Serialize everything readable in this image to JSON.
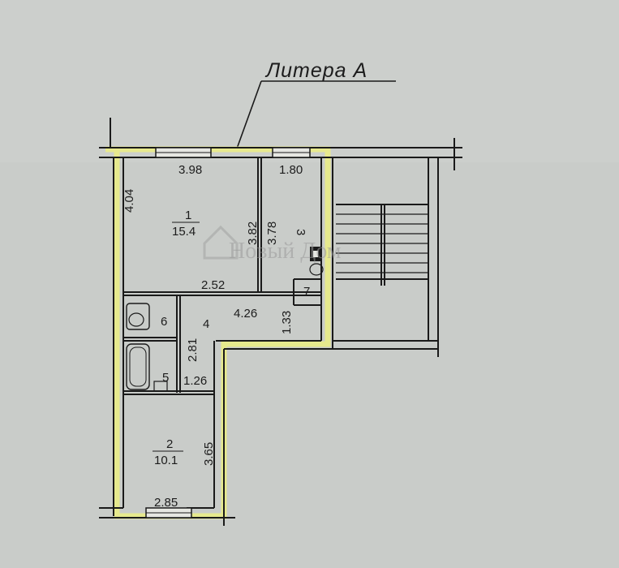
{
  "plan": {
    "title": "Литера А",
    "watermark": "Новый Дом",
    "highlight_color": "#e8ea8a",
    "background_color": "#c9ccc9",
    "line_color": "#1a1a1a",
    "rooms": [
      {
        "number": "1",
        "area": "15.4"
      },
      {
        "number": "2",
        "area": "10.1"
      },
      {
        "number": "3"
      },
      {
        "number": "4"
      },
      {
        "number": "5"
      },
      {
        "number": "6"
      },
      {
        "number": "7"
      }
    ],
    "dimensions": {
      "room1_width": "3.98",
      "room3_width": "1.80",
      "room1_height": "4.04",
      "room1_height_inner": "3.82",
      "room3_height": "3.78",
      "room1_bottom": "2.52",
      "hall_length": "4.26",
      "hall_depth": "1.33",
      "hall_height": "2.81",
      "bath_width": "1.26",
      "room2_height": "3.65",
      "room2_width": "2.85"
    }
  }
}
